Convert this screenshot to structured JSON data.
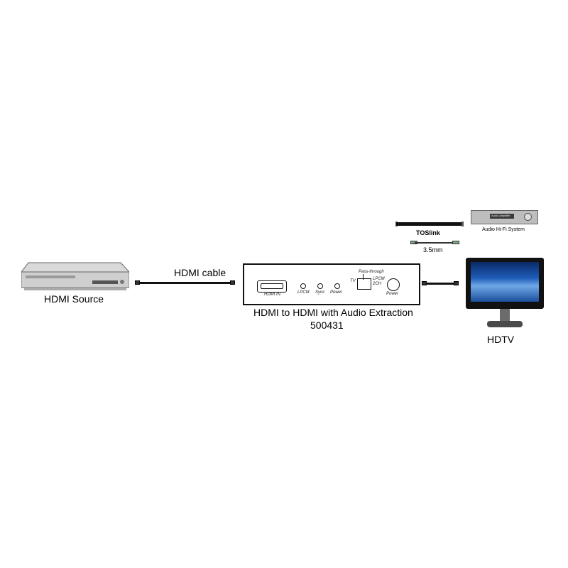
{
  "labels": {
    "hdmi_source": "HDMI Source",
    "hdmi_cable": "HDMI cable",
    "extractor_name": "HDMI to HDMI with Audio Extraction",
    "extractor_model": "500431",
    "hdtv": "HDTV",
    "toslink": "TOSlink",
    "mm35": "3.5mm",
    "audio_system": "Audio Hi-Fi System"
  },
  "extractor_panel": {
    "hdmi_in": "HDMI IN",
    "led_lpcm": "LPCM",
    "led_sync": "Sync",
    "led_power": "Power",
    "switch_top": "Pass-through",
    "switch_left": "TV",
    "switch_right_1": "LPCM",
    "switch_right_2": "2CH",
    "power_button": "Power"
  },
  "amplifier": {
    "display_text": "Audio Amplifier"
  },
  "icons": [
    "dvd-player-icon",
    "hdmi-cable-icon",
    "toslink-cable-icon",
    "audio-cable-icon",
    "amplifier-icon",
    "tv-icon"
  ],
  "colors": {
    "tv_screen": "#1e5bb8",
    "jack": "#7fa88a",
    "amp_body": "#bdbdbd"
  }
}
